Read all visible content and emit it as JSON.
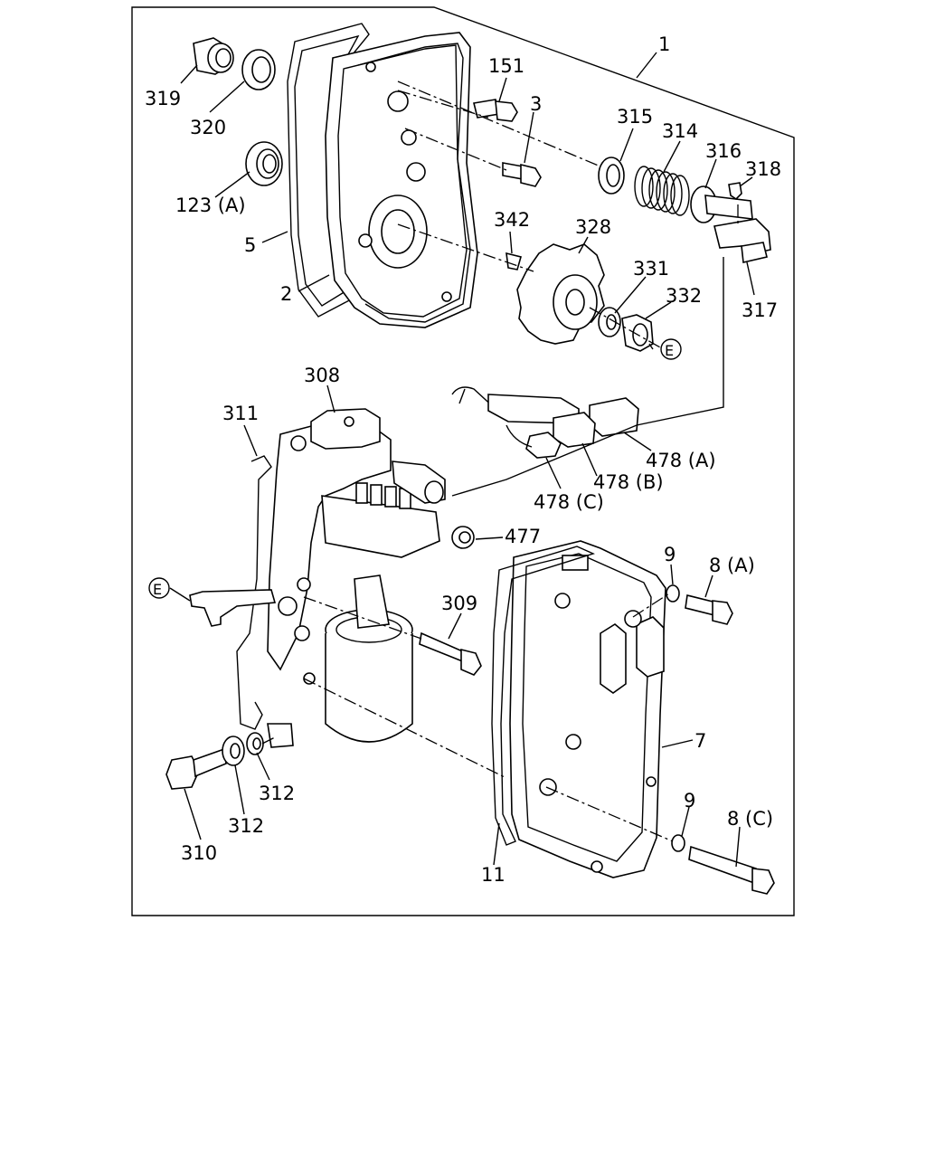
{
  "diagram": {
    "callouts": [
      "1",
      "151",
      "3",
      "315",
      "314",
      "316",
      "318",
      "319",
      "320",
      "123 (A)",
      "5",
      "2",
      "342",
      "328",
      "331",
      "332",
      "317",
      "E",
      "308",
      "311",
      "478 (A)",
      "478 (B)",
      "478 (C)",
      "477",
      "9",
      "8 (A)",
      "E",
      "309",
      "7",
      "312",
      "312",
      "310",
      "9",
      "8 (C)",
      "11"
    ]
  }
}
